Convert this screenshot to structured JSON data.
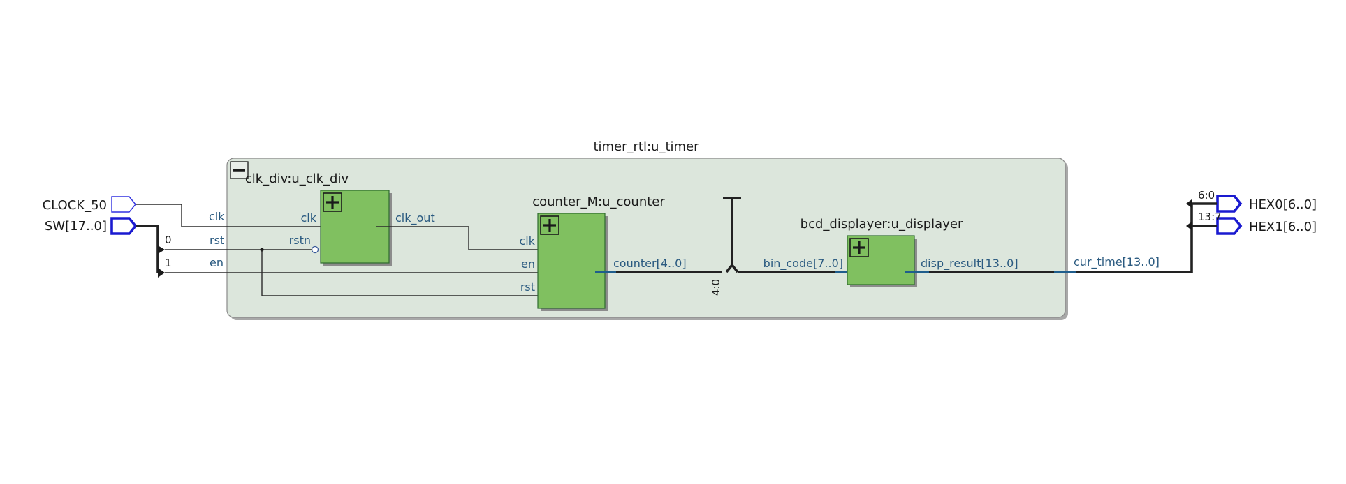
{
  "top_module": {
    "title": "timer_rtl:u_timer",
    "collapse_symbol": "−"
  },
  "inputs": [
    {
      "name": "CLOCK_50"
    },
    {
      "name": "SW[17..0]",
      "bit_taps": [
        "0",
        "1"
      ]
    }
  ],
  "outputs": [
    {
      "name": "HEX0[6..0]",
      "range": "6:0"
    },
    {
      "name": "HEX1[6..0]",
      "range": "13:7"
    }
  ],
  "instances": {
    "clk_div": {
      "title": "clk_div:u_clk_div",
      "ports_in": [
        "clk",
        "rstn"
      ],
      "ports_out": [
        "clk_out"
      ]
    },
    "counter": {
      "title": "counter_M:u_counter",
      "ports_in": [
        "clk",
        "en",
        "rst"
      ],
      "ports_out": [
        "counter[4..0]"
      ]
    },
    "displayer": {
      "title": "bcd_displayer:u_displayer",
      "ports_in": [
        "bin_code[7..0]"
      ],
      "ports_out": [
        "disp_result[13..0]"
      ]
    }
  },
  "nets": {
    "clk": "clk",
    "rst": "rst",
    "en": "en",
    "bus_slice": "4:0",
    "cur_time": "cur_time[13..0]"
  },
  "colors": {
    "module_fill": "#80c060",
    "container_fill": "#dce6dc",
    "pin_stroke": "#1a1ad0",
    "signal_text": "#2a5a80"
  }
}
